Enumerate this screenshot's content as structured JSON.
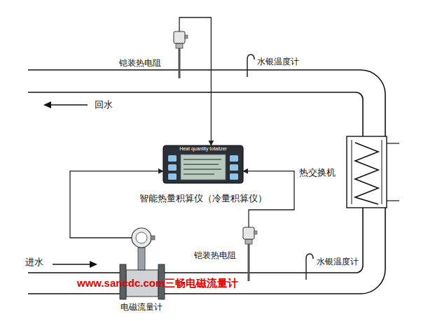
{
  "diagram": {
    "nodes": [
      {
        "text": [
          "铠装热电阻"
        ]
      },
      {
        "text": [
          "Heat quantity totalizer",
          "智能热量积算仪（冷量积算仪）"
        ]
      },
      {
        "text": [
          "热交换机"
        ]
      },
      {
        "text": [
          "电磁流量计"
        ]
      },
      {
        "text": [
          "铠装热电阻"
        ]
      }
    ],
    "edges": [
      {
        "from": 0,
        "to": 1,
        "arrow": "to"
      },
      {
        "from": 3,
        "to": 1,
        "arrow": "to"
      },
      {
        "from": 4,
        "to": 1,
        "arrow": "to"
      }
    ],
    "labels": [
      "水银温度计",
      "回水",
      "进水",
      "水银温度计",
      "www.sancdc.com三畅电磁流量计"
    ]
  }
}
